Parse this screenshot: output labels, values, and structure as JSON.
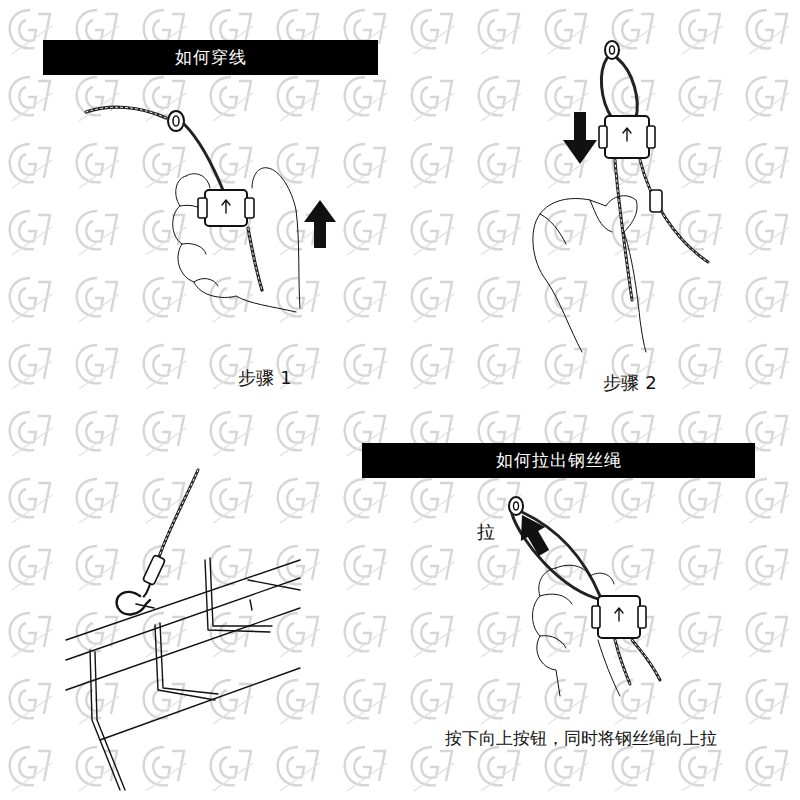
{
  "diagram": {
    "nodes": [
      {
        "text": [
          "如何穿线"
        ]
      },
      {
        "text": [
          "如何拉出钢丝绳"
        ]
      }
    ],
    "labels": [
      "步骤 1",
      "步骤 2",
      "拉",
      "按下向上按钮，同时将钢丝绳向上拉"
    ]
  }
}
